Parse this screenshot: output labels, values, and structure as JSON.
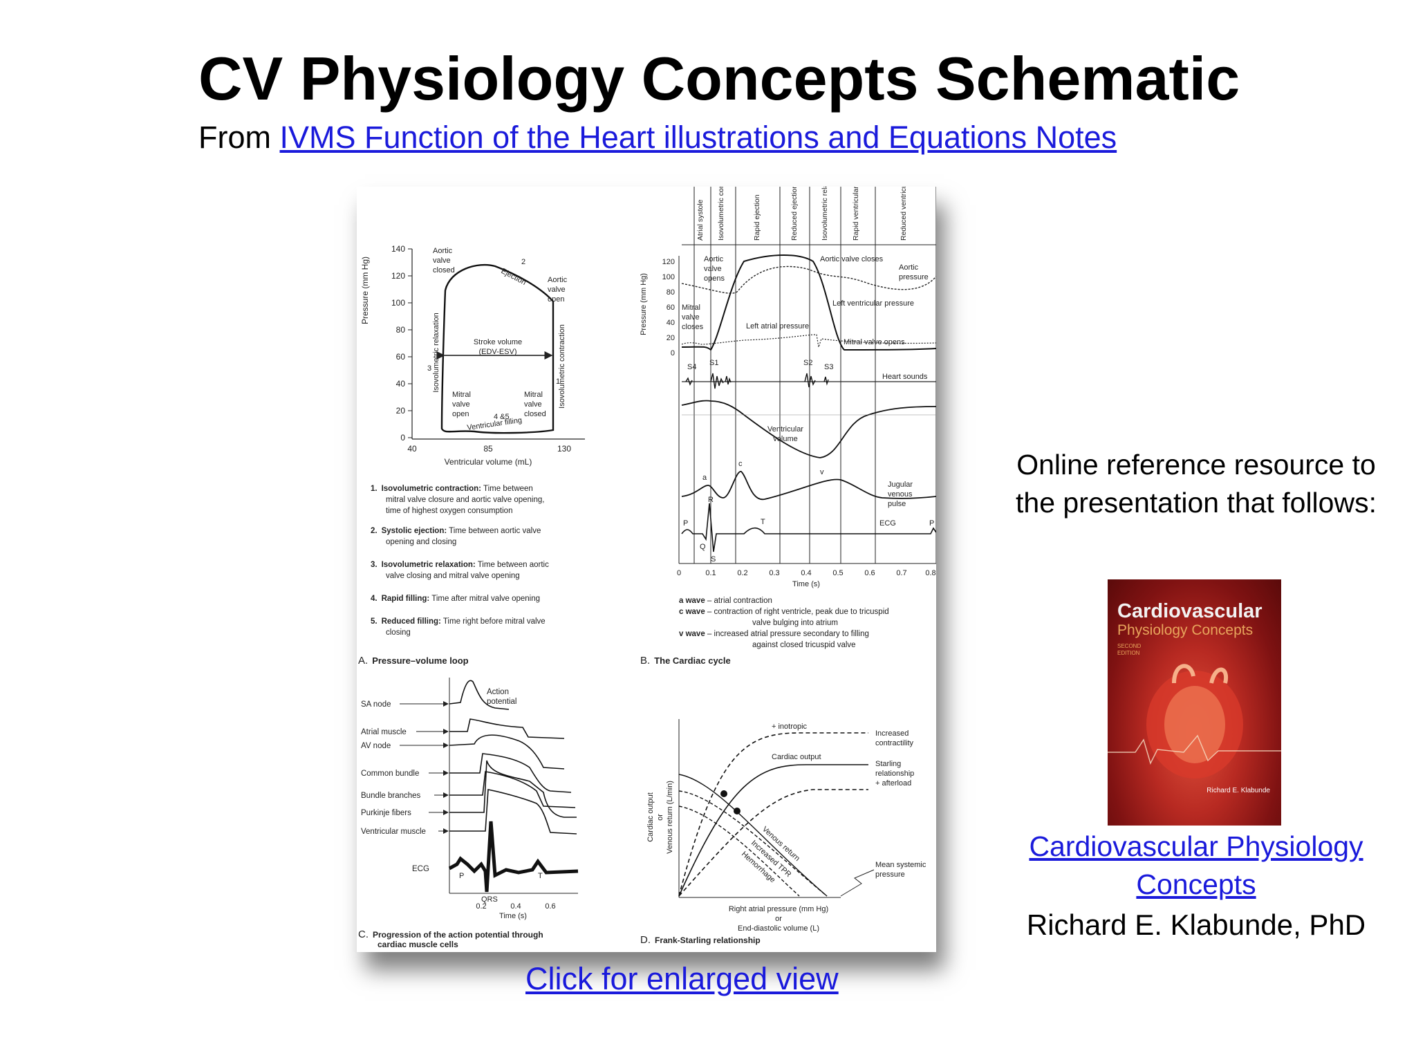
{
  "page": {
    "title": "CV Physiology Concepts Schematic",
    "subtitle_prefix": "From ",
    "subtitle_link": "IVMS Function of the Heart illustrations and Equations Notes",
    "enlarge_link": "Click for enlarged view"
  },
  "side": {
    "description": "Online reference resource to the presentation that follows:",
    "book_link": "Cardiovascular Physiology Concepts",
    "author": "Richard E. Klabunde, PhD"
  },
  "cover": {
    "title": "Cardiovascular",
    "subtitle": "Physiology Concepts",
    "edition": "SECOND EDITION",
    "author": "Richard E. Klabunde"
  },
  "panelA": {
    "ylabel": "Pressure (mm Hg)",
    "xlabel": "Ventricular volume (mL)",
    "yticks": [
      "0",
      "20",
      "40",
      "60",
      "80",
      "100",
      "120",
      "140"
    ],
    "xticks": [
      "40",
      "85",
      "130"
    ],
    "labels": {
      "aortic_closed": [
        "Aortic",
        "valve",
        "closed"
      ],
      "aortic_open": [
        "Aortic",
        "valve",
        "open"
      ],
      "ejection": "Ejection",
      "num2": "2",
      "num1": "1",
      "num3": "3",
      "stroke": [
        "Stroke volume",
        "(EDV-ESV)"
      ],
      "isorelax": "Isovolumetric relaxation",
      "isocontr": "Isovolumetric contraction",
      "mitral_open": [
        "Mitral",
        "valve",
        "open"
      ],
      "mitral_closed": [
        "Mitral",
        "valve",
        "closed"
      ],
      "num45": "4 &5",
      "vfilling": "Ventricular filling"
    },
    "notes": [
      {
        "n": "1.",
        "b": "Isovolumetric contraction:",
        "t": " Time between",
        "more": [
          "mitral valve closure and aortic valve opening,",
          "time of highest oxygen consumption"
        ]
      },
      {
        "n": "2.",
        "b": "Systolic ejection:",
        "t": " Time between aortic valve",
        "more": [
          "opening and closing"
        ]
      },
      {
        "n": "3.",
        "b": "Isovolumetric relaxation:",
        "t": " Time between aortic",
        "more": [
          "valve closing and mitral valve opening"
        ]
      },
      {
        "n": "4.",
        "b": "Rapid filling:",
        "t": " Time after mitral valve opening",
        "more": []
      },
      {
        "n": "5.",
        "b": "Reduced filling:",
        "t": " Time right before mitral valve",
        "more": [
          "closing"
        ]
      }
    ],
    "caption_letter": "A.",
    "caption": "Pressure–volume loop"
  },
  "panelB": {
    "phases": [
      "Atrial systole",
      "Isovolumetric contraction",
      "Rapid ejection",
      "Reduced ejection",
      "Isovolumetric relaxation",
      "Rapid ventricular filling",
      "Reduced ventricular filling"
    ],
    "ylabel": "Pressure (mm Hg)",
    "yticks": [
      "0",
      "20",
      "40",
      "60",
      "80",
      "100",
      "120"
    ],
    "xticks": [
      "0",
      "0.1",
      "0.2",
      "0.3",
      "0.4",
      "0.5",
      "0.6",
      "0.7",
      "0.8"
    ],
    "xlabel": "Time (s)",
    "labels": {
      "aortic_opens": [
        "Aortic",
        "valve",
        "opens"
      ],
      "aortic_closes": "Aortic valve closes",
      "aortic_pressure": [
        "Aortic",
        "pressure"
      ],
      "mitral_closes": [
        "Mitral",
        "valve",
        "closes"
      ],
      "lv_pressure": "Left ventricular pressure",
      "la_pressure": "Left atrial pressure",
      "mitral_opens": "Mitral valve opens",
      "s4": "S4",
      "s1": "S1",
      "s2": "S2",
      "s3": "S3",
      "heart_sounds": "Heart sounds",
      "vent_volume": [
        "Ventricular",
        "volume"
      ],
      "a": "a",
      "c": "c",
      "v": "v",
      "jugular": [
        "Jugular",
        "venous",
        "pulse"
      ],
      "P": "P",
      "R": "R",
      "Q": "Q",
      "S": "S",
      "T": "T",
      "P2": "P",
      "ecg": "ECG"
    },
    "notes": [
      {
        "b": "a wave",
        "t": " – atrial contraction",
        "more": []
      },
      {
        "b": "c wave",
        "t": " – contraction of right ventricle, peak due to tricuspid",
        "more": [
          "valve bulging into atrium"
        ]
      },
      {
        "b": "v wave",
        "t": " – increased atrial pressure secondary to filling",
        "more": [
          "against closed tricuspid valve"
        ]
      }
    ],
    "caption_letter": "B.",
    "caption": "The Cardiac cycle"
  },
  "panelC": {
    "rows": [
      "SA node",
      "Atrial muscle",
      "AV node",
      "Common bundle",
      "Bundle branches",
      "Purkinje fibers",
      "Ventricular muscle"
    ],
    "action_potential": [
      "Action",
      "potential"
    ],
    "ecg": "ECG",
    "P": "P",
    "QRS": "QRS",
    "T": "T",
    "xticks": [
      "0.2",
      "0.4",
      "0.6"
    ],
    "xlabel": "Time (s)",
    "caption_letter": "C.",
    "caption": [
      "Progression of the action potential through",
      "cardiac muscle cells"
    ]
  },
  "panelD": {
    "ylabel": [
      "Cardiac output",
      "or",
      "Venous return (L/min)"
    ],
    "xlabel": [
      "Right atrial pressure (mm Hg)",
      "or",
      "End-diastolic volume (L)"
    ],
    "labels": {
      "inotropic": "+ inotropic",
      "increased_contractility": [
        "Increased",
        "contractility"
      ],
      "cardiac_output": "Cardiac output",
      "starling": [
        "Starling",
        "relationship"
      ],
      "afterload": "+ afterload",
      "venous_return": "Venous return",
      "increased_tpr": "Increased TPR",
      "hemorrhage": "Hemorrhage",
      "msp": [
        "Mean systemic",
        "pressure"
      ]
    },
    "caption_letter": "D.",
    "caption": "Frank-Starling relationship"
  }
}
